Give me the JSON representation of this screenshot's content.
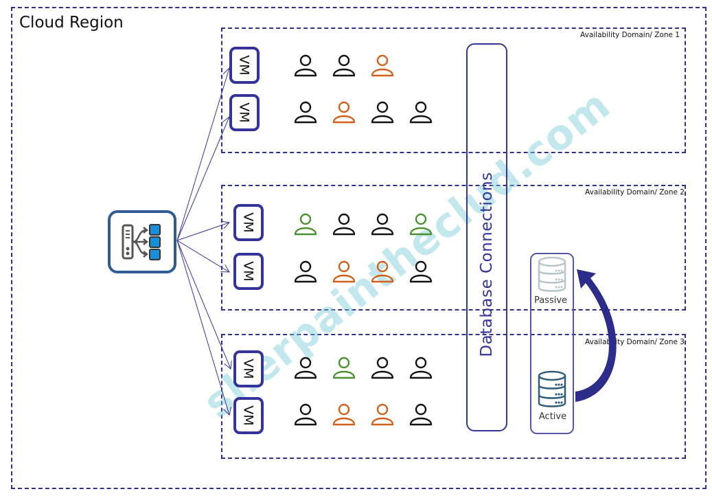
{
  "region": {
    "title": "Cloud Region"
  },
  "colors": {
    "accent": "#33339a",
    "user_default": "#111111",
    "user_orange": "#d2601a",
    "user_green": "#4a9030",
    "load_balancer_border": "#2f5c94",
    "load_balancer_node": "#1a8fd8",
    "passive_db": "#b8c4cc",
    "active_db": "#2f5c7a"
  },
  "zones": [
    {
      "label": "Availability Domain/ Zone 1",
      "vms": [
        {
          "label": "VM",
          "users": [
            "default",
            "default",
            "orange"
          ]
        },
        {
          "label": "VM",
          "users": [
            "default",
            "orange",
            "default",
            "default"
          ]
        }
      ]
    },
    {
      "label": "Availability Domain/ Zone 2",
      "vms": [
        {
          "label": "VM",
          "users": [
            "green",
            "default",
            "default",
            "green"
          ]
        },
        {
          "label": "VM",
          "users": [
            "default",
            "orange",
            "orange",
            "default"
          ]
        }
      ]
    },
    {
      "label": "Availability Domain/ Zone 3",
      "vms": [
        {
          "label": "VM",
          "users": [
            "default",
            "green",
            "default",
            "default"
          ]
        },
        {
          "label": "VM",
          "users": [
            "default",
            "orange",
            "orange",
            "default"
          ]
        }
      ]
    }
  ],
  "load_balancer": {
    "icon": "load-balancer-icon"
  },
  "database_connections": {
    "label": "Database Connections"
  },
  "database": {
    "passive_label": "Passive",
    "active_label": "Active",
    "icon": "database-icon",
    "failover_arrow": "curved-arrow-icon"
  },
  "watermark": {
    "text": "sherpaintheclud.com"
  }
}
